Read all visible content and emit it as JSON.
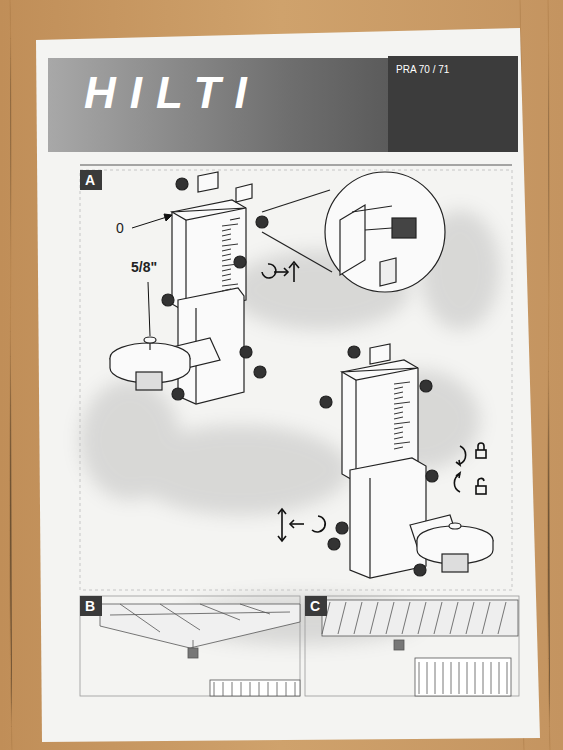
{
  "diagram": {
    "nodes": [
      {
        "text": [
          "HILTI"
        ]
      },
      {
        "text": [
          "PRA 70 / 71"
        ]
      },
      {
        "text": [
          "A"
        ]
      },
      {
        "text": [
          "B"
        ]
      },
      {
        "text": [
          "C"
        ]
      }
    ],
    "labels": [
      "0",
      "5/8\""
    ]
  }
}
